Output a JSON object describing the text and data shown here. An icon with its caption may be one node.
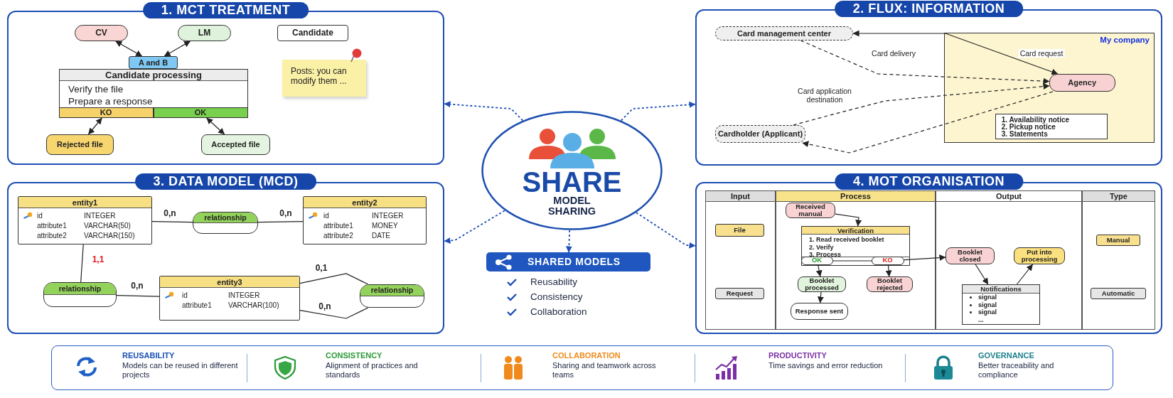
{
  "diagram": {
    "nodes": [
      {
        "text": [
          "1. MCT TREATMENT"
        ]
      },
      {
        "text": [
          "CV"
        ],
        "in": 0
      },
      {
        "text": [
          "LM"
        ],
        "in": 0
      },
      {
        "text": [
          "A and B"
        ],
        "in": 0
      },
      {
        "text": [
          "Candidate processing",
          "Verify the file",
          "Prepare a response"
        ],
        "in": 0
      },
      {
        "text": [
          "KO"
        ],
        "in": 4
      },
      {
        "text": [
          "OK"
        ],
        "in": 4
      },
      {
        "text": [
          "Rejected file"
        ],
        "in": 0
      },
      {
        "text": [
          "Accepted file"
        ],
        "in": 0
      },
      {
        "text": [
          "Candidate"
        ],
        "in": 0
      },
      {
        "text": [
          "Posts: you can modify them ..."
        ],
        "in": 0
      },
      {
        "text": [
          "2. FLUX: INFORMATION"
        ]
      },
      {
        "text": [
          "Card management center"
        ],
        "in": 11
      },
      {
        "text": [
          "Cardholder (Applicant)"
        ],
        "in": 11
      },
      {
        "text": [
          "My company"
        ],
        "in": 11
      },
      {
        "text": [
          "Agency"
        ],
        "in": 14
      },
      {
        "text": [
          "1. Availability notice",
          "2. Pickup notice",
          "3. Statements"
        ],
        "in": 14
      },
      {
        "text": [
          "3. DATA MODEL (MCD)"
        ]
      },
      {
        "text": [
          "entity1",
          "id",
          "INTEGER",
          "attribute1",
          "VARCHAR(50)",
          "attribute2",
          "VARCHAR(150)"
        ],
        "in": 17
      },
      {
        "text": [
          "relationship"
        ],
        "in": 17
      },
      {
        "text": [
          "entity2",
          "id",
          "INTEGER",
          "attribute1",
          "MONEY",
          "attribute2",
          "DATE"
        ],
        "in": 17
      },
      {
        "text": [
          "relationship"
        ],
        "in": 17
      },
      {
        "text": [
          "entity3",
          "id",
          "INTEGER",
          "attribute1",
          "VARCHAR(100)"
        ],
        "in": 17
      },
      {
        "text": [
          "relationship"
        ],
        "in": 17
      },
      {
        "text": [
          "4. MOT ORGANISATION"
        ]
      },
      {
        "text": [
          "Input"
        ],
        "in": 24
      },
      {
        "text": [
          "Process"
        ],
        "in": 24
      },
      {
        "text": [
          "Output"
        ],
        "in": 24
      },
      {
        "text": [
          "Type"
        ],
        "in": 24
      },
      {
        "text": [
          "File"
        ],
        "in": 25
      },
      {
        "text": [
          "Request"
        ],
        "in": 25
      },
      {
        "text": [
          "Received manual"
        ],
        "in": 26
      },
      {
        "text": [
          "Verification",
          "1. Read received booklet",
          "2. Verify",
          "3. Process"
        ],
        "in": 26
      },
      {
        "text": [
          "OK"
        ],
        "in": 32
      },
      {
        "text": [
          "KO"
        ],
        "in": 32
      },
      {
        "text": [
          "Booklet processed"
        ],
        "in": 26
      },
      {
        "text": [
          "Booklet rejected"
        ],
        "in": 26
      },
      {
        "text": [
          "Response sent"
        ],
        "in": 26
      },
      {
        "text": [
          "Booklet closed"
        ],
        "in": 27
      },
      {
        "text": [
          "Put into processing"
        ],
        "in": 27
      },
      {
        "text": [
          "Notifications",
          "signal",
          "signal",
          "signal",
          "..."
        ],
        "in": 27
      },
      {
        "text": [
          "Manual"
        ],
        "in": 28
      },
      {
        "text": [
          "Automatic"
        ],
        "in": 28
      },
      {
        "text": [
          "SHARE",
          "MODEL SHARING"
        ]
      },
      {
        "text": [
          "SHARED MODELS"
        ]
      }
    ],
    "edges": [
      {
        "from": 1,
        "to": 3,
        "arrow": "both"
      },
      {
        "from": 2,
        "to": 3,
        "arrow": "both"
      },
      {
        "from": 5,
        "to": 7,
        "arrow": "both"
      },
      {
        "from": 6,
        "to": 8,
        "arrow": "both"
      },
      {
        "from": 12,
        "to": 15,
        "arrow": "both",
        "label": "Card request"
      },
      {
        "from": 12,
        "to": 15,
        "arrow": "to",
        "label": "Card delivery",
        "style": "dashed"
      },
      {
        "from": 13,
        "to": 15,
        "arrow": "to",
        "label": "Card application destination",
        "style": "dashed"
      },
      {
        "from": 15,
        "to": 13,
        "arrow": "to",
        "style": "dashed"
      },
      {
        "from": 18,
        "to": 19,
        "arrow": "none",
        "label": "0,n"
      },
      {
        "from": 19,
        "to": 20,
        "arrow": "none",
        "label": "0,n"
      },
      {
        "from": 18,
        "to": 21,
        "arrow": "none",
        "label": "1,1"
      },
      {
        "from": 21,
        "to": 22,
        "arrow": "none",
        "label": "0,n"
      },
      {
        "from": 22,
        "to": 23,
        "arrow": "none",
        "label": "0,1"
      },
      {
        "from": 22,
        "to": 23,
        "arrow": "none",
        "label": "0,n"
      },
      {
        "from": 31,
        "to": 32,
        "arrow": "to"
      },
      {
        "from": 33,
        "to": 35,
        "arrow": "to"
      },
      {
        "from": 34,
        "to": 36,
        "arrow": "to"
      },
      {
        "from": 35,
        "to": 37,
        "arrow": "to"
      },
      {
        "from": 34,
        "to": 38,
        "arrow": "to"
      },
      {
        "from": 38,
        "to": 40,
        "arrow": "to"
      },
      {
        "from": 40,
        "to": 39,
        "arrow": "to"
      },
      {
        "from": 33,
        "to": 34,
        "arrow": "none"
      },
      {
        "from": 43,
        "to": 0,
        "arrow": "to",
        "style": "dashed",
        "color": "#1f4fb4"
      },
      {
        "from": 43,
        "to": 11,
        "arrow": "to",
        "style": "dashed",
        "color": "#1f4fb4"
      },
      {
        "from": 43,
        "to": 17,
        "arrow": "to",
        "style": "dashed",
        "color": "#1f4fb4"
      },
      {
        "from": 43,
        "to": 24,
        "arrow": "to",
        "style": "dashed",
        "color": "#1f4fb4"
      },
      {
        "from": 43,
        "to": 44,
        "arrow": "to",
        "style": "dashed",
        "color": "#1f4fb4"
      }
    ],
    "labels": [
      "Reusability",
      "Consistency",
      "Collaboration",
      "REUSABILITY",
      "Models can be reused in different projects",
      "CONSISTENCY",
      "Alignment of practices and standards",
      "COLLABORATION",
      "Sharing and teamwork across teams",
      "PRODUCTIVITY",
      "Time savings and error reduction",
      "GOVERNANCE",
      "Better traceability and compliance"
    ]
  }
}
